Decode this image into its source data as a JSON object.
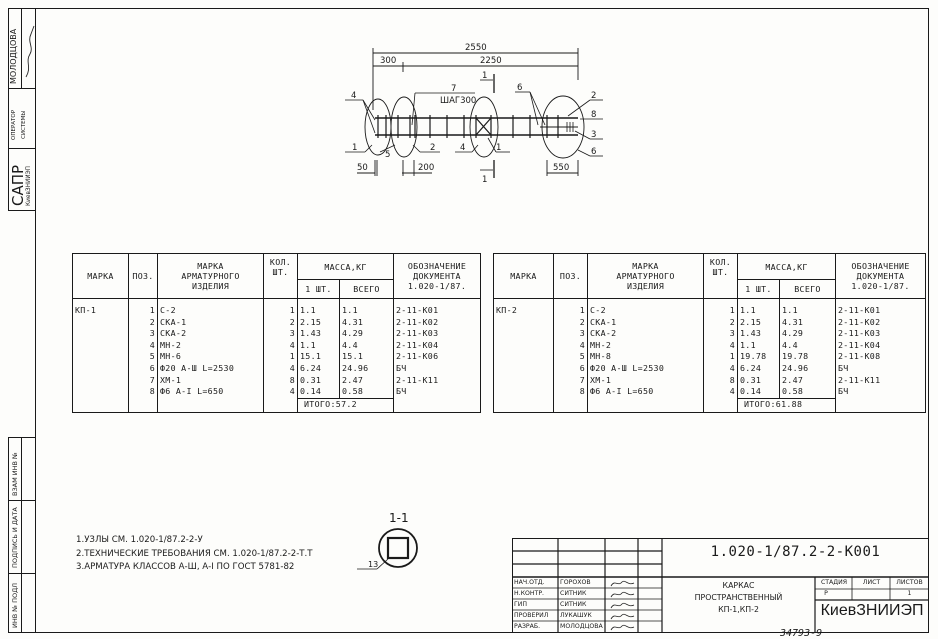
{
  "side_stamp": {
    "top": {
      "name": "МОЛОДЦОВА",
      "role_line1": "ОПЕРАТОР",
      "role_line2": "СИСТЕМЫ",
      "sapr": "САПР",
      "org": "КиевЗНИИЭП"
    },
    "bottom": [
      "ВЗАМ ИНВ №",
      "ПОДПИСЬ И ДАТА",
      "ИНВ № ПОДЛ"
    ]
  },
  "drawing": {
    "dims": [
      "2550",
      "300",
      "2250",
      "50",
      "200",
      "550"
    ],
    "step_label": "ШАГ300",
    "callouts": [
      "4",
      "7",
      "6",
      "2",
      "8",
      "3",
      "6",
      "1",
      "5",
      "2",
      "4",
      "1"
    ],
    "section_mark": "1",
    "section_title": "1-1",
    "section_callout": "13"
  },
  "table_headers": {
    "marka": "МАРКА",
    "poz": "ПОЗ.",
    "item": [
      "МАРКА",
      "АРМАТУРНОГО",
      "ИЗДЕЛИЯ"
    ],
    "qty": [
      "КОЛ.",
      "ШТ."
    ],
    "mass": "МАССА,КГ",
    "mass_one": "1 ШТ.",
    "mass_total": "ВСЕГО",
    "doc": [
      "ОБОЗНАЧЕНИЕ",
      "ДОКУМЕНТА",
      "1.020-1/87."
    ]
  },
  "tables": [
    {
      "marka": "КП-1",
      "rows": [
        [
          "1",
          "С-2",
          "1",
          "1.1",
          "1.1",
          "2-11-К01"
        ],
        [
          "2",
          "СКА-1",
          "2",
          "2.15",
          "4.31",
          "2-11-К02"
        ],
        [
          "3",
          "СКА-2",
          "3",
          "1.43",
          "4.29",
          "2-11-К03"
        ],
        [
          "4",
          "МН-2",
          "4",
          "1.1",
          "4.4",
          "2-11-К04"
        ],
        [
          "5",
          "МН-6",
          "1",
          "15.1",
          "15.1",
          "2-11-К06"
        ],
        [
          "6",
          "Ф20 А-Ш L=2530",
          "4",
          "6.24",
          "24.96",
          "БЧ"
        ],
        [
          "7",
          "ХМ-1",
          "8",
          "0.31",
          "2.47",
          "2-11-К11"
        ],
        [
          "8",
          "Ф6 А-I L=650",
          "4",
          "0.14",
          "0.58",
          "БЧ"
        ]
      ],
      "total": "ИТОГО:57.2"
    },
    {
      "marka": "КП-2",
      "rows": [
        [
          "1",
          "С-2",
          "1",
          "1.1",
          "1.1",
          "2-11-К01"
        ],
        [
          "2",
          "СКА-1",
          "2",
          "2.15",
          "4.31",
          "2-11-К02"
        ],
        [
          "3",
          "СКА-2",
          "3",
          "1.43",
          "4.29",
          "2-11-К03"
        ],
        [
          "4",
          "МН-2",
          "4",
          "1.1",
          "4.4",
          "2-11-К04"
        ],
        [
          "5",
          "МН-8",
          "1",
          "19.78",
          "19.78",
          "2-11-К08"
        ],
        [
          "6",
          "Ф20 А-Ш L=2530",
          "4",
          "6.24",
          "24.96",
          "БЧ"
        ],
        [
          "7",
          "ХМ-1",
          "8",
          "0.31",
          "2.47",
          "2-11-К11"
        ],
        [
          "8",
          "Ф6 А-I L=650",
          "4",
          "0.14",
          "0.58",
          "БЧ"
        ]
      ],
      "total": "ИТОГО:61.88"
    }
  ],
  "notes": [
    "1.УЗЛЫ СМ. 1.020-1/87.2-2-У",
    "2.ТЕХНИЧЕСКИЕ ТРЕБОВАНИЯ СМ. 1.020-1/87.2-2-Т.Т",
    "3.АРМАТУРА КЛАССОВ А-Ш, А-I ПО ГОСТ 5781-82"
  ],
  "title_block": {
    "code": "1.020-1/87.2-2-К001",
    "title_lines": [
      "КАРКАС",
      "ПРОСТРАНСТВЕННЫЙ",
      "КП-1,КП-2"
    ],
    "stage_label": "СТАДИЯ",
    "sheet_label": "ЛИСТ",
    "sheets_label": "ЛИСТОВ",
    "stage": "Р",
    "sheet": "",
    "sheets": "1",
    "org": "КиевЗНИИЭП",
    "signers": [
      {
        "role": "НАЧ.ОТД.",
        "name": "ГОРОХОВ"
      },
      {
        "role": "Н.КОНТР.",
        "name": "СИТНИК"
      },
      {
        "role": "ГИП",
        "name": "СИТНИК"
      },
      {
        "role": "ПРОВЕРИЛ",
        "name": "ЛУКАШУК"
      },
      {
        "role": "РАЗРАБ.",
        "name": "МОЛОДЦОВА"
      }
    ],
    "archive_number": "34793-9"
  }
}
